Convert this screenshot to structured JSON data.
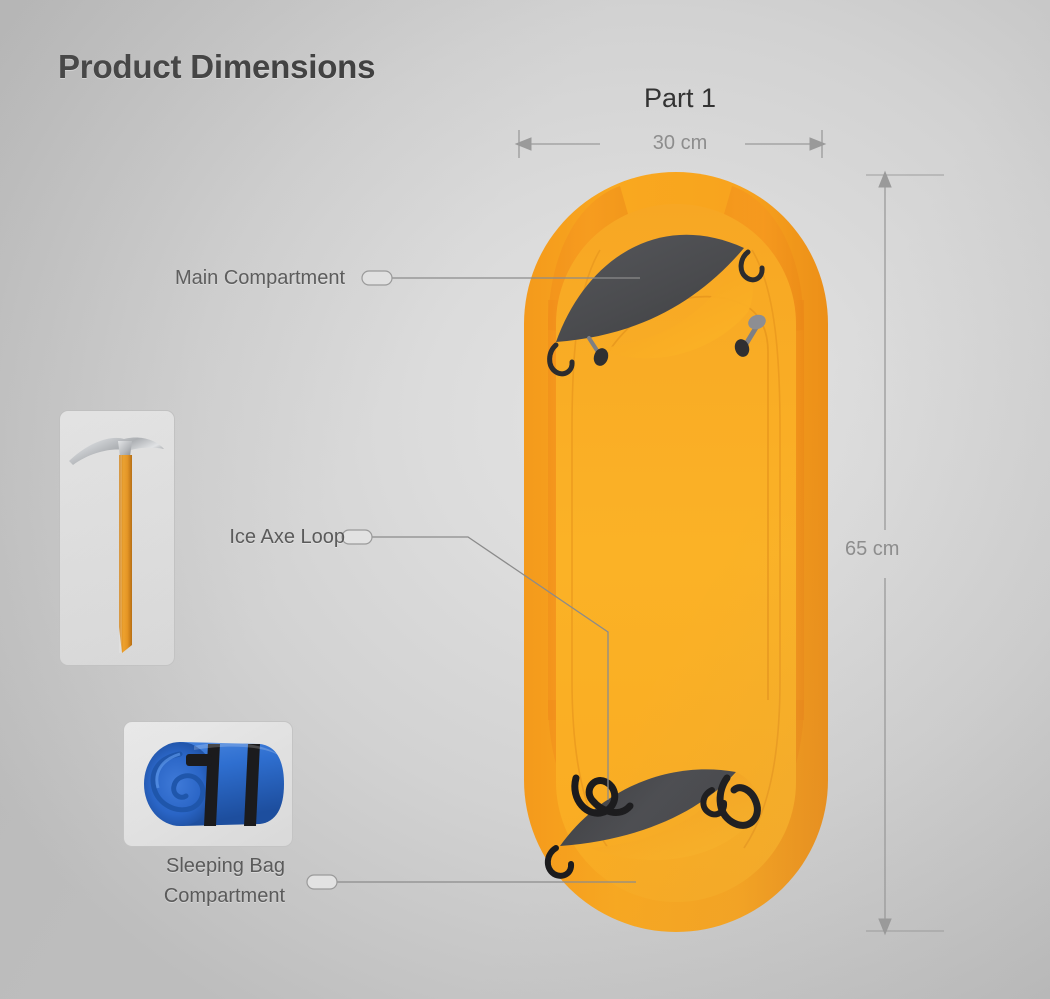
{
  "page": {
    "title": "Product Dimensions",
    "background_color": "#d8d8d8"
  },
  "product": {
    "part_title": "Part 1",
    "body_color": "#fbb226",
    "body_edge_color": "#f5a11e",
    "body_stripe_color": "#f18c1b",
    "detail_dark_color": "#4a4a4c",
    "strap_color": "#1c1c1c"
  },
  "dimensions": {
    "width": {
      "value": "30 cm",
      "orientation": "horizontal",
      "position": "top"
    },
    "height": {
      "value": "65 cm",
      "orientation": "vertical",
      "position": "right"
    },
    "line_color": "#9a9a9a"
  },
  "callouts": [
    {
      "id": "main-compartment",
      "label": "Main Compartment",
      "connector": "rounded-rect-badge"
    },
    {
      "id": "ice-axe-loop",
      "label": "Ice Axe Loop",
      "connector": "rounded-rect-badge"
    },
    {
      "id": "sleeping-bag-compartment",
      "label": "Sleeping Bag\nCompartment",
      "connector": "rounded-rect-badge"
    }
  ],
  "thumbnails": [
    {
      "id": "ice-axe",
      "name": "ice-axe-thumbnail",
      "shaft_color": "#e8951f",
      "head_color": "#c9cccf"
    },
    {
      "id": "sleeping-bag",
      "name": "sleeping-bag-thumbnail",
      "bag_color": "#2f6fd0",
      "strap_color": "#1d1d1d"
    }
  ]
}
